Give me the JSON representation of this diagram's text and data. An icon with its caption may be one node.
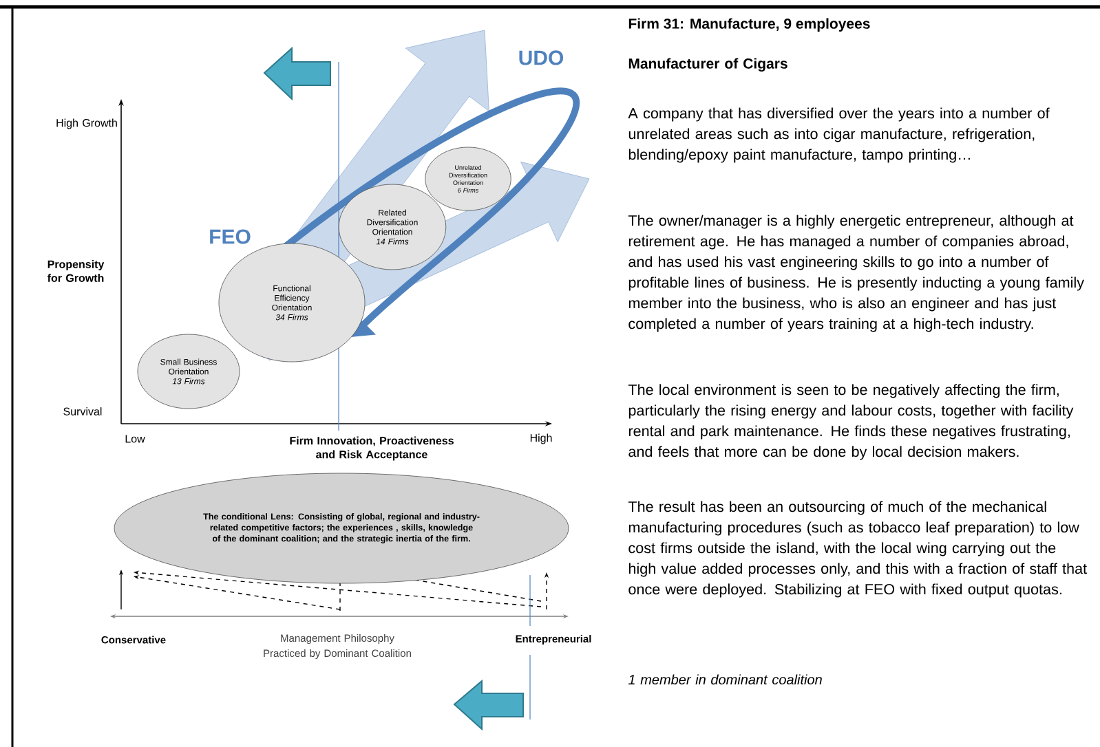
{
  "diagram": {
    "title": "Firm 31: Manufacture, 9 employees",
    "nodes": [
      {
        "text": [
          "Small Business Orientation",
          "13 Firms"
        ]
      },
      {
        "text": [
          "Functional Efficiency Orientation",
          "34 Firms"
        ]
      },
      {
        "text": [
          "Related Diversification Orientation",
          "14 Firms"
        ]
      },
      {
        "text": [
          "Unrelated Diversification Orientation",
          "6 Firms"
        ]
      },
      {
        "text": [
          "The conditional Lens: Consisting of global, regional and industry-related competitive factors; the experiences , skills, knowledge of the dominant coalition; and the strategic inertia of the firm."
        ]
      }
    ],
    "labels": [
      "High Growth",
      "Propensity for Growth",
      "Survival",
      "Low",
      "Firm Innovation, Proactiveness and Risk Acceptance",
      "High",
      "FEO",
      "UDO",
      "Conservative",
      "Management Philosophy Practiced by Dominant Coalition",
      "Entrepreneurial",
      "Manufacturer of Cigars",
      "A company that has diversified over the years into a number of unrelated areas such as into cigar manufacture, refrigeration, blending/epoxy paint manufacture, tampo printing…",
      "The owner/manager is a highly energetic entrepreneur, although at retirement age. He has managed a number of companies abroad, and has used his vast engineering skills to go into a number of profitable lines of business. He is presently inducting a young family member into the business, who is also an engineer and has just completed a number of years training at a high-tech industry.",
      "The local environment is seen to be negatively affecting the firm, particularly the rising energy and labour costs, together with facility rental and park maintenance. He finds these negatives frustrating, and feels that more can be done by local decision makers.",
      "The result has been an outsourcing of much of the mechanical manufacturing procedures (such as tobacco leaf preparation) to low cost firms outside the island, with the local wing carrying out the high value added processes only, and this with a fraction of staff that once were deployed. Stabilizing at FEO with fixed output quotas.",
      "1 member in dominant coalition"
    ]
  }
}
